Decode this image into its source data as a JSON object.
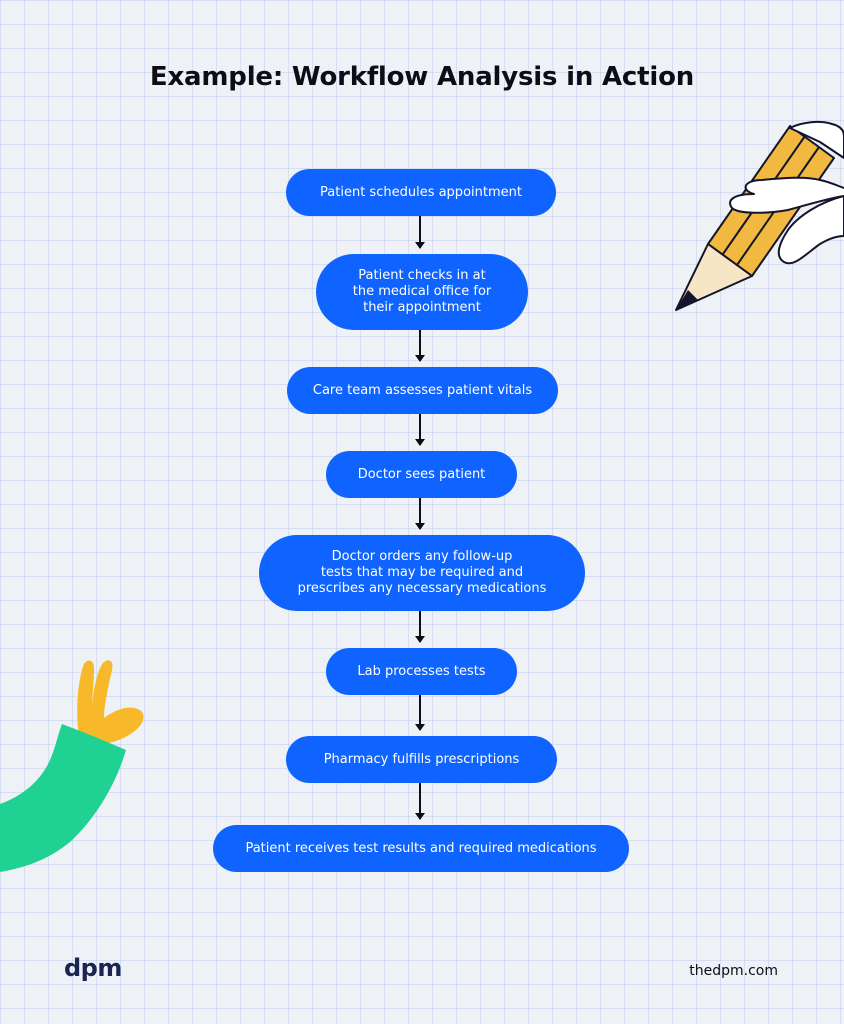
{
  "title": "Example: Workflow Analysis in Action",
  "steps": [
    {
      "label": "Patient schedules appointment"
    },
    {
      "label": "Patient checks in at\nthe medical office for\ntheir appointment"
    },
    {
      "label": "Care team assesses patient vitals"
    },
    {
      "label": "Doctor sees patient"
    },
    {
      "label": "Doctor orders any follow-up\ntests that may be required and\nprescribes any necessary medications"
    },
    {
      "label": "Lab processes tests"
    },
    {
      "label": "Pharmacy fulfills prescriptions"
    },
    {
      "label": "Patient receives test results and required medications"
    }
  ],
  "footer": {
    "brand": "dpm",
    "site": "thedpm.com"
  },
  "colors": {
    "step_fill": "#0f63ff",
    "step_text": "#ffffff",
    "title": "#0d0d17",
    "grid_background": "#eef2f7",
    "pencil_yellow": "#f2b940",
    "sleeve_green": "#1fd192",
    "hand_yellow": "#f7b82a"
  },
  "decorations": {
    "top_right": "hand-holding-pencil-illustration",
    "bottom_left": "waving-hand-illustration"
  }
}
